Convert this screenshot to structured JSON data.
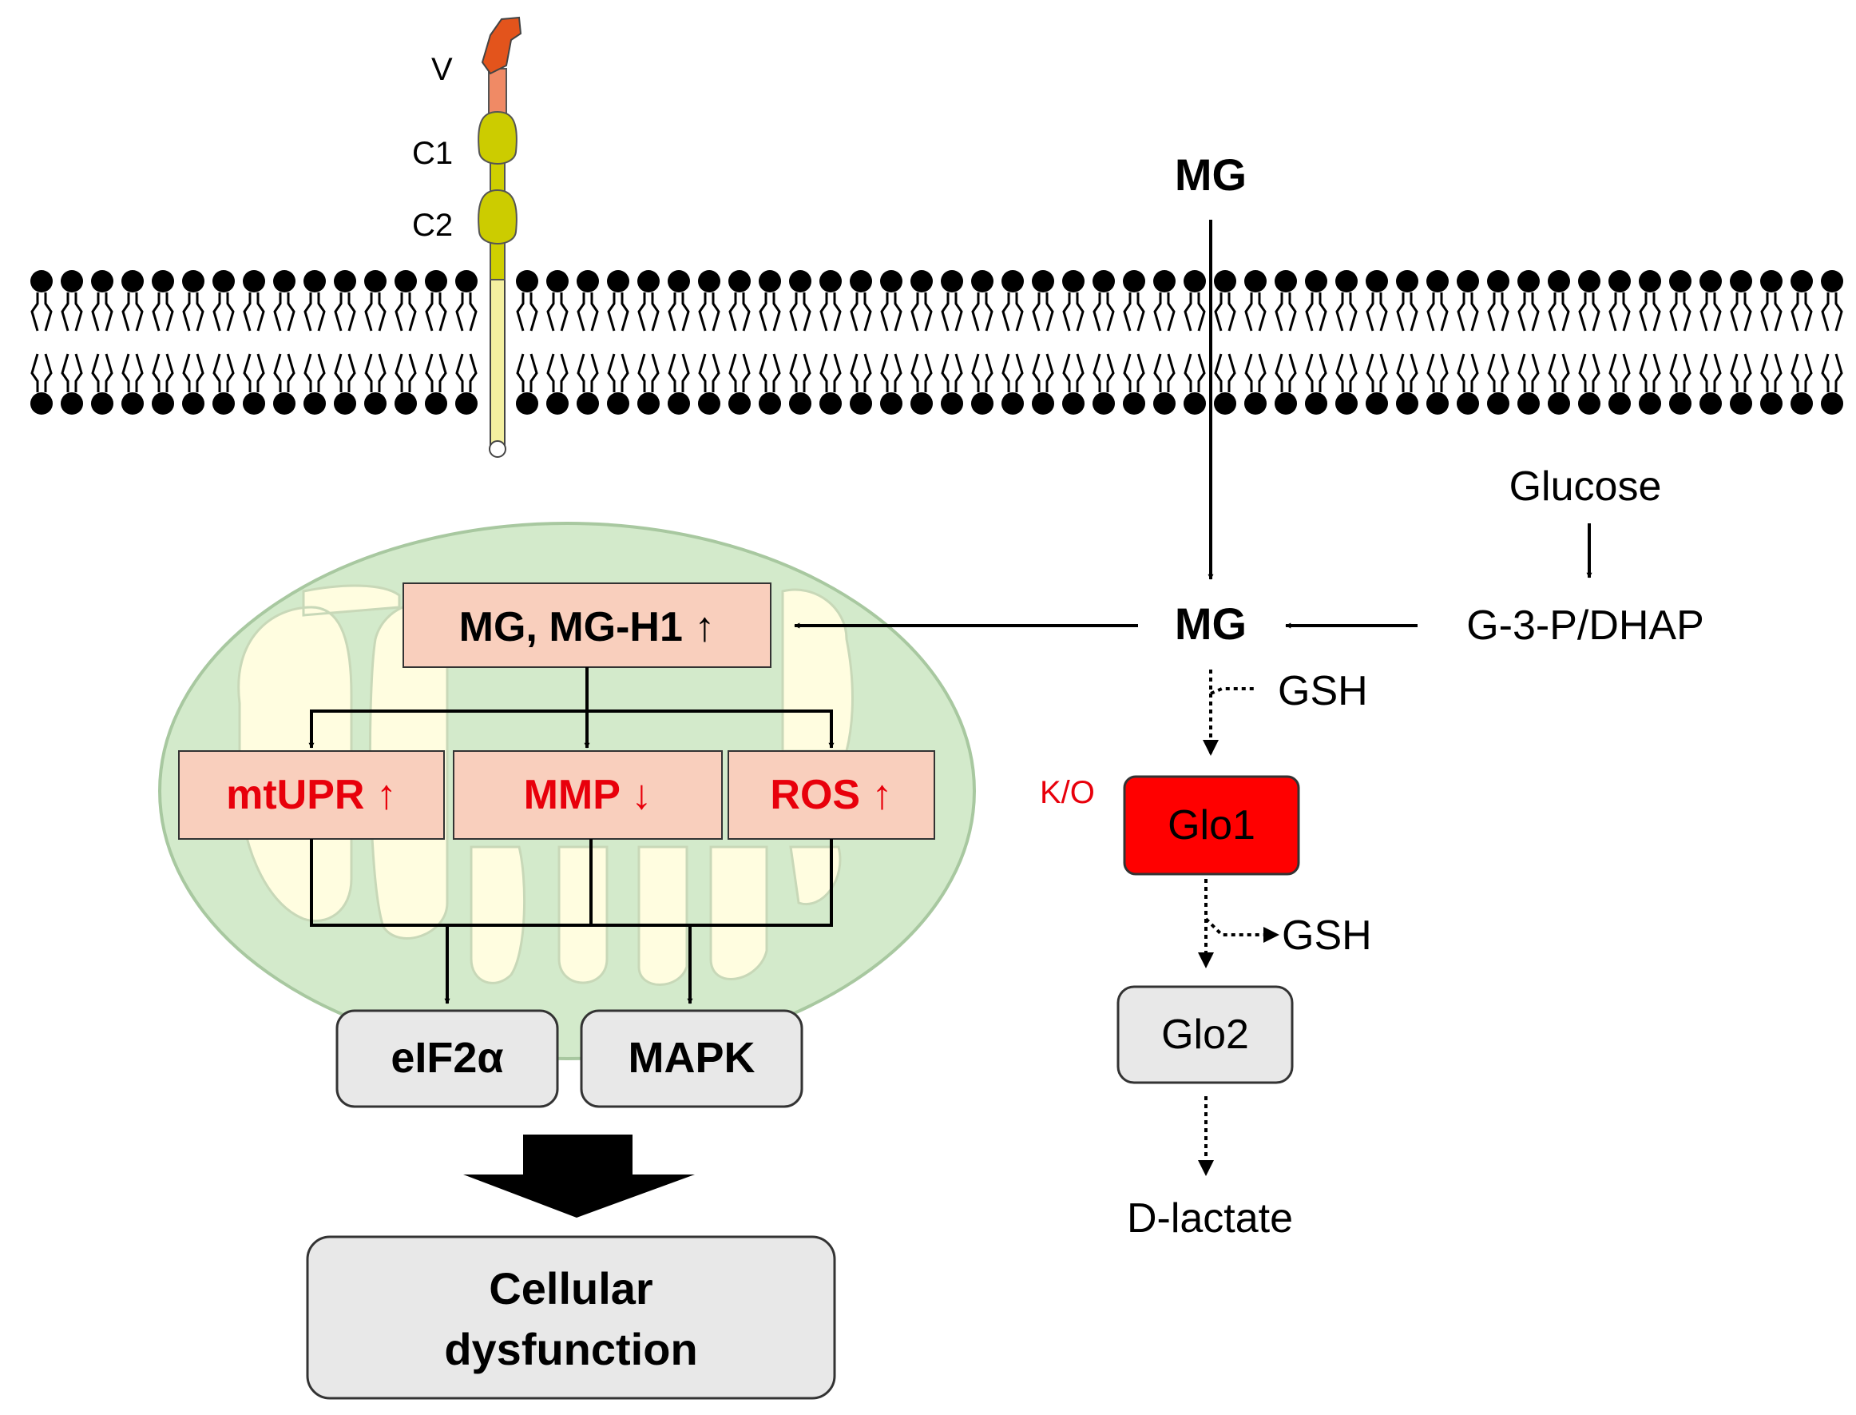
{
  "receptor": {
    "domain_v": "V",
    "domain_c1": "C1",
    "domain_c2": "C2"
  },
  "extracellular": {
    "mg": "MG"
  },
  "cytosol": {
    "mg": "MG",
    "glucose": "Glucose",
    "g3p_dhap": "G-3-P/DHAP",
    "gsh_in": "GSH",
    "gsh_out": "GSH",
    "ko_label": "K/O",
    "glo1": "Glo1",
    "glo2": "Glo2",
    "d_lactate": "D-lactate"
  },
  "mitochondria": {
    "mg_box": "MG, MG-H1 ↑",
    "mtupr": "mtUPR ↑",
    "mmp": "MMP ↓",
    "ros": "ROS ↑"
  },
  "signaling": {
    "eif2a": "eIF2α",
    "mapk": "MAPK"
  },
  "outcome": {
    "line1": "Cellular",
    "line2": "dysfunction"
  },
  "colors": {
    "red_text": "#e8000b",
    "glo1_fill": "#ff0000",
    "pink_box": "#f9cfbd",
    "gray_box": "#e8e8e8",
    "mito_outer": "#d3eacb",
    "mito_inner": "#fffde0",
    "domain_v": "#e3541c",
    "domain_c": "#cccc00"
  }
}
